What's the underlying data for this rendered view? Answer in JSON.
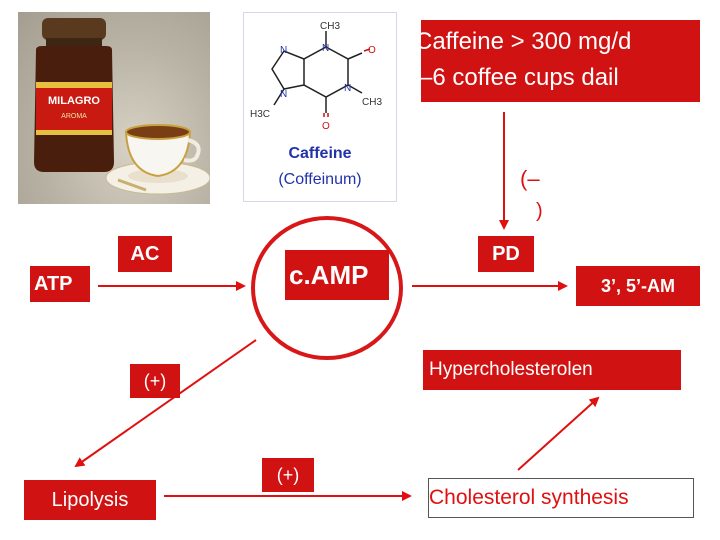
{
  "caffeine_note": {
    "line1": "Caffeine > 300 mg/d",
    "line2": "–6 coffee cups dail"
  },
  "structure": {
    "caption_name": "Caffeine",
    "caption_latin": "(Coffeinum)",
    "atoms": {
      "ch3_top": "CH3",
      "n_top": "N",
      "o_right": "O",
      "n_right": "N",
      "ch3_right": "CH3",
      "o_bottom": "O",
      "n_left_top": "N",
      "n_left_bottom": "N",
      "h3c": "H3C"
    }
  },
  "product": {
    "jar_brand": "MILAGRO",
    "jar_sub": "AROMA"
  },
  "nodes": {
    "atp": "ATP",
    "ac": "AC",
    "camp": "c.AMP",
    "pd": "PD",
    "amp": "3’, 5’-AM",
    "inhibit_line1": "(–",
    "inhibit_line2": ")",
    "hyper": "Hypercholesterolen",
    "plus_left": "(+)",
    "plus_mid": "(+)",
    "lipolysis": "Lipolysis",
    "chol_synth": "Cholesterol synthesis"
  },
  "colors": {
    "arrow": "#e01010",
    "box": "#d11212",
    "ring": "#d81818"
  }
}
